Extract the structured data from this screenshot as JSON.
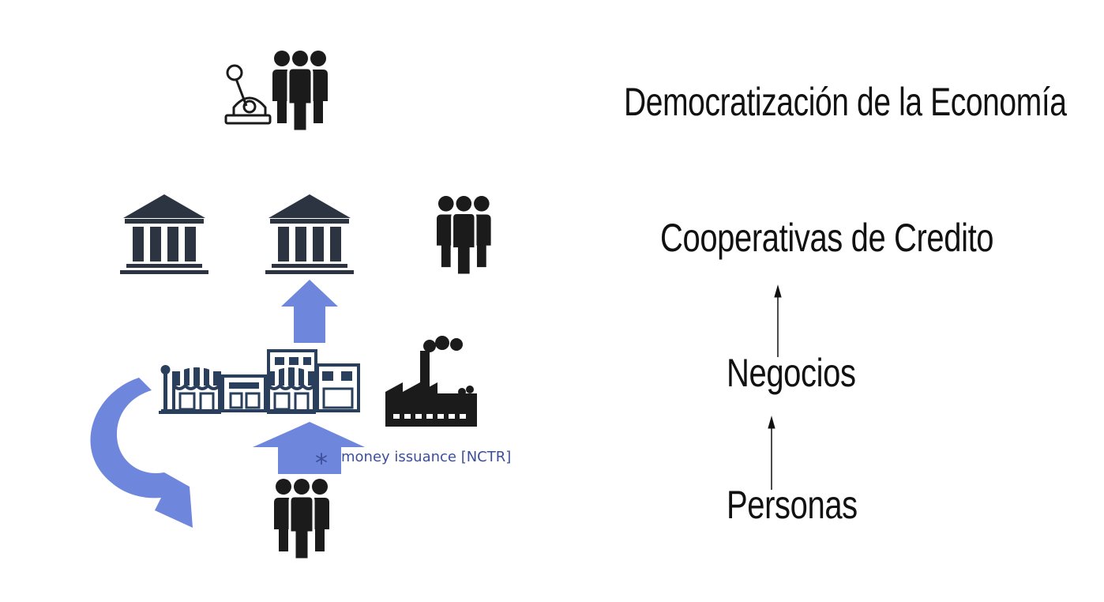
{
  "title": "Democratización de la Economía",
  "hierarchy": {
    "top": "Cooperativas de Credito",
    "middle": "Negocios",
    "bottom": "Personas"
  },
  "annotation": {
    "marker": "*",
    "text": "money issuance [NCTR]"
  },
  "icons": {
    "lever": "lever-icon",
    "people": "people-group-icon",
    "bank": "bank-icon",
    "shops": "storefront-row-icon",
    "factory": "factory-icon"
  },
  "colors": {
    "icon": "#1b1b1b",
    "bank": "#2b3440",
    "shop": "#2a3f5c",
    "arrow": "#6f86dd",
    "annotation": "#3d4f9a"
  }
}
